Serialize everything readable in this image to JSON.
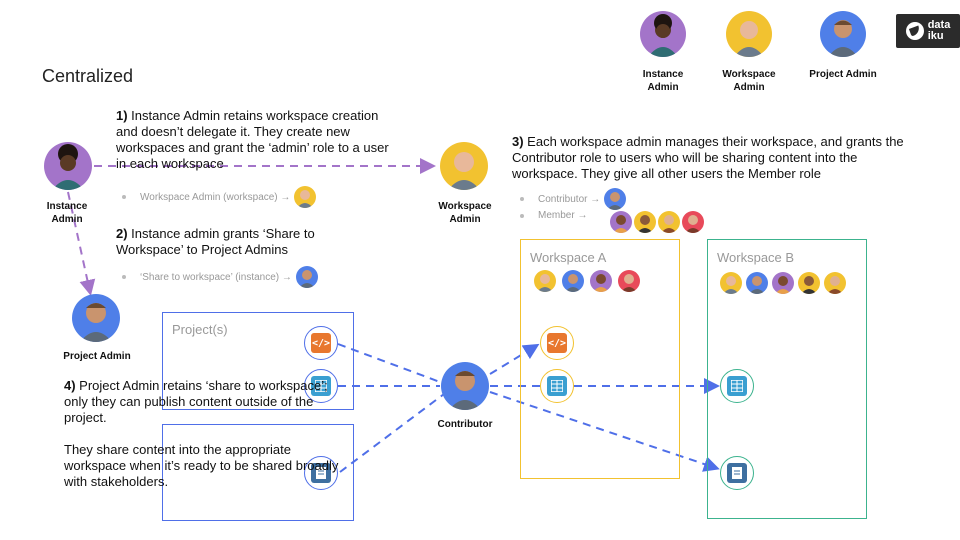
{
  "title": "Centralized",
  "logo": {
    "line1": "data",
    "line2": "iku"
  },
  "legend": [
    {
      "label": "Instance Admin",
      "color": "#a374c9",
      "skin": "#5a3a25"
    },
    {
      "label": "Workspace Admin",
      "color": "#f2c230",
      "skin": "#e8b89a"
    },
    {
      "label": "Project Admin",
      "color": "#4f7fe8",
      "skin": "#c9946e"
    }
  ],
  "people": {
    "instance_admin": "Instance Admin",
    "workspace_admin": "Workspace Admin",
    "project_admin": "Project Admin",
    "contributor": "Contributor"
  },
  "steps": {
    "s1_num": "1)",
    "s1_text": " Instance Admin retains workspace creation and doesn’t delegate it. They create new workspaces and grant the ‘admin’ role to a user in each workspace",
    "s1_bullet": "Workspace Admin (workspace) →",
    "s2_num": "2)",
    "s2_text": " Instance admin grants ‘Share to Workspace’ to Project Admins",
    "s2_bullet": "‘Share to workspace’ (instance) →",
    "s3_num": "3)",
    "s3_text": " Each workspace admin manages their workspace, and grants the Contributor role to users who will be sharing content into the workspace. They give all other users the Member role",
    "s3_bullet1": "Contributor →",
    "s3_bullet2": "Member →",
    "s4_num": "4)",
    "s4_text": " Project Admin retains ‘share to workspace’; only they can publish content outside of the project.",
    "s4_text2": "They share content into the appropriate workspace when it’s ready to be shared broadly with stakeholders."
  },
  "boxes": {
    "projects": "Project(s)",
    "workspace_a": "Workspace A",
    "workspace_b": "Workspace B"
  },
  "colors": {
    "purple": "#a374c9",
    "yellow": "#f2c230",
    "blue": "#4f7fe8",
    "green": "#3cb38e",
    "orange": "#e8772e",
    "teal": "#3a9fd1",
    "dashed_purple": "#a374c9",
    "dashed_blue": "#4f6fe8"
  },
  "icons": {
    "code": "</>",
    "table": "table-icon",
    "doc": "document-icon"
  }
}
